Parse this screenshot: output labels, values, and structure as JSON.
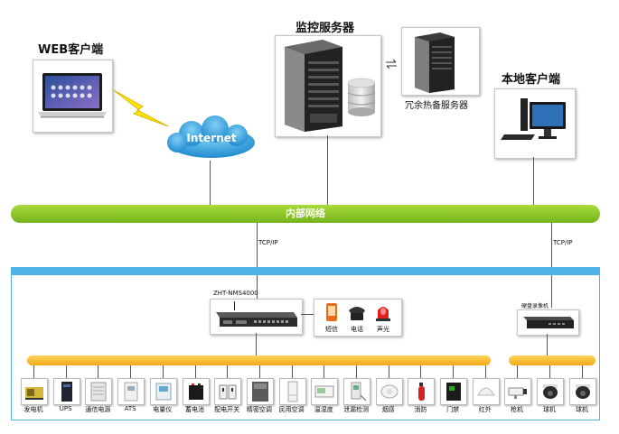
{
  "web_client": {
    "title": "WEB客户端",
    "icon": "laptop-icon"
  },
  "internet": {
    "label": "Internet",
    "icon": "cloud-icon"
  },
  "monitor_server": {
    "title": "监控服务器",
    "icon": "server-tower-icon",
    "db_icon": "database-icon"
  },
  "backup_server": {
    "label": "冗余热备服务器",
    "icon": "server-tower-icon",
    "sync_icon": "sync-arrows-icon"
  },
  "local_client": {
    "title": "本地客户端",
    "icon": "desktop-pc-icon"
  },
  "internal_network": {
    "label": "内部网络",
    "color": "#8cc63f"
  },
  "links": {
    "left_protocol": "TCP/IP",
    "right_protocol": "TCP/IP"
  },
  "controller": {
    "model": "ZHT-NMS4000",
    "icon": "rack-controller-icon"
  },
  "alarms": [
    {
      "label": "短信",
      "icon": "sms-phone-icon"
    },
    {
      "label": "电话",
      "icon": "telephone-icon"
    },
    {
      "label": "声光",
      "icon": "alarm-light-icon"
    }
  ],
  "dvr": {
    "label": "硬盘录像机",
    "icon": "dvr-icon"
  },
  "devices_left": [
    {
      "label": "发电机",
      "icon": "generator-icon"
    },
    {
      "label": "UPS",
      "icon": "ups-icon"
    },
    {
      "label": "通信电源",
      "icon": "power-supply-icon"
    },
    {
      "label": "ATS",
      "icon": "ats-icon"
    },
    {
      "label": "电量仪",
      "icon": "power-meter-icon"
    },
    {
      "label": "蓄电池",
      "icon": "battery-icon"
    },
    {
      "label": "配电开关",
      "icon": "breaker-icon"
    },
    {
      "label": "精密空调",
      "icon": "precision-ac-icon"
    },
    {
      "label": "民用空调",
      "icon": "home-ac-icon"
    },
    {
      "label": "温湿度",
      "icon": "thermo-hygrometer-icon"
    },
    {
      "label": "泄漏检测",
      "icon": "leak-detector-icon"
    },
    {
      "label": "烟感",
      "icon": "smoke-detector-icon"
    },
    {
      "label": "消防",
      "icon": "fire-extinguisher-icon"
    },
    {
      "label": "门禁",
      "icon": "access-control-icon"
    },
    {
      "label": "红外",
      "icon": "infrared-sensor-icon"
    }
  ],
  "devices_right": [
    {
      "label": "枪机",
      "icon": "bullet-camera-icon"
    },
    {
      "label": "球机",
      "icon": "dome-camera-icon"
    },
    {
      "label": "球机",
      "icon": "dome-camera-icon"
    }
  ],
  "colors": {
    "green_bus": "#8cc63f",
    "yellow_bus": "#f7b62a",
    "blue_bar": "#4db3e6"
  }
}
